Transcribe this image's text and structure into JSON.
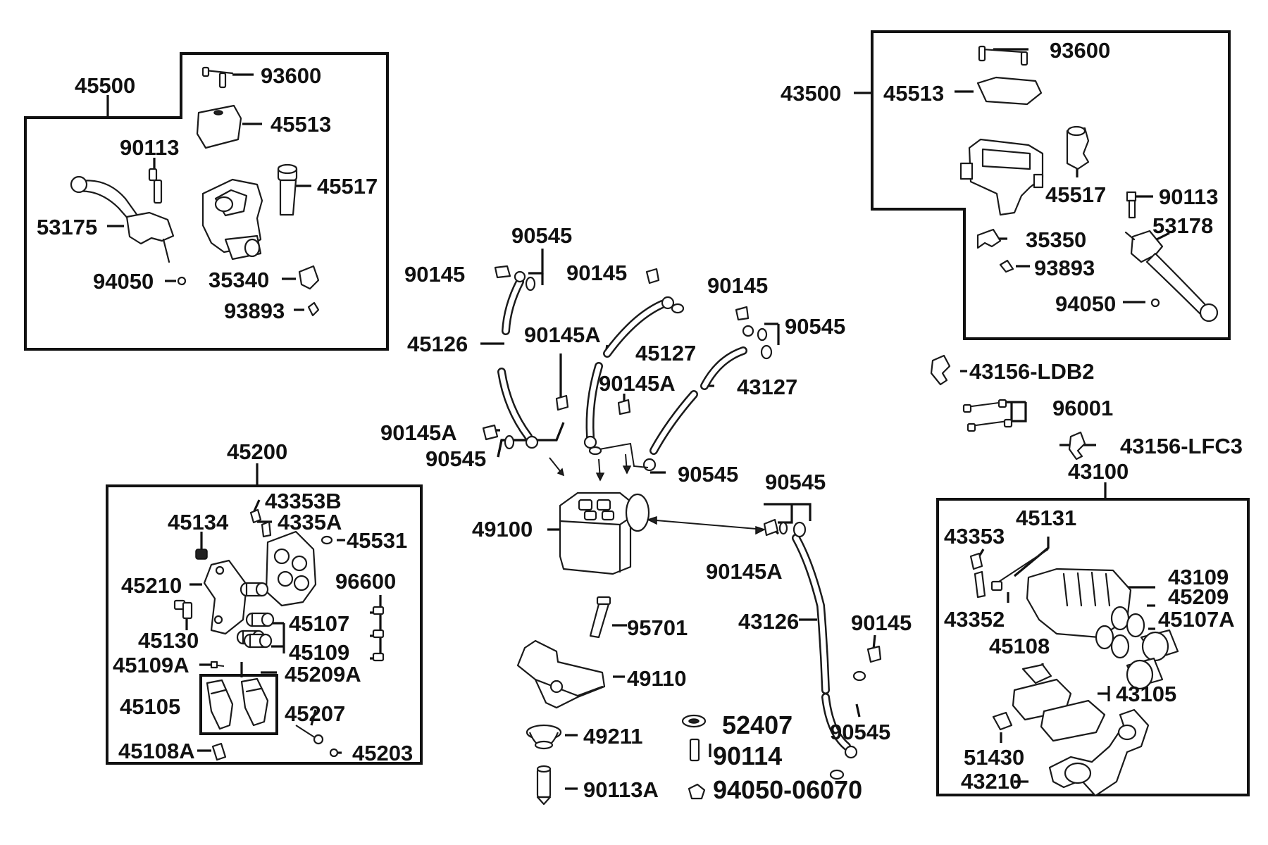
{
  "labels": {
    "l45500": "45500",
    "l93600a": "93600",
    "l45513a": "45513",
    "l90113a": "90113",
    "l45517a": "45517",
    "l53175": "53175",
    "l94050a": "94050",
    "l35340": "35340",
    "l93893a": "93893",
    "l43500": "43500",
    "l93600b": "93600",
    "l45513b": "45513",
    "l45517b": "45517",
    "l90113b": "90113",
    "l53178": "53178",
    "l35350": "35350",
    "l93893b": "93893",
    "l94050b": "94050",
    "l90545a": "90545",
    "l90145a": "90145",
    "l45126": "45126",
    "l90145b": "90145",
    "l90145A1": "90145A",
    "l45127": "45127",
    "l90145c": "90145",
    "l90545b": "90545",
    "l90145A2": "90145A",
    "l43127": "43127",
    "l90145A3": "90145A",
    "l90545c": "90545",
    "l90545d": "90545",
    "l43156LDB2": "43156-LDB2",
    "l96001": "96001",
    "l43156LFC3": "43156-LFC3",
    "l43100": "43100",
    "l45200": "45200",
    "l43353B": "43353B",
    "l45134": "45134",
    "l4335A": "4335A",
    "l45531": "45531",
    "l45210": "45210",
    "l96600": "96600",
    "l45107": "45107",
    "l45130": "45130",
    "l45109": "45109",
    "l45109A": "45109A",
    "l45209A": "45209A",
    "l45105": "45105",
    "l45207": "45207",
    "l45108A": "45108A",
    "l45203": "45203",
    "l49100": "49100",
    "l90545e": "90545",
    "l90145A4": "90145A",
    "l95701": "95701",
    "l43126": "43126",
    "l90145d": "90145",
    "l49110": "49110",
    "l90545f": "90545",
    "l49211": "49211",
    "l52407": "52407",
    "l90114": "90114",
    "l90113A": "90113A",
    "l9405006070": "94050-06070",
    "l43353": "43353",
    "l45131": "45131",
    "l43109": "43109",
    "l45209": "45209",
    "l43352": "43352",
    "l45107A": "45107A",
    "l45108": "45108",
    "l43105": "43105",
    "l51430": "51430",
    "l43210": "43210"
  }
}
